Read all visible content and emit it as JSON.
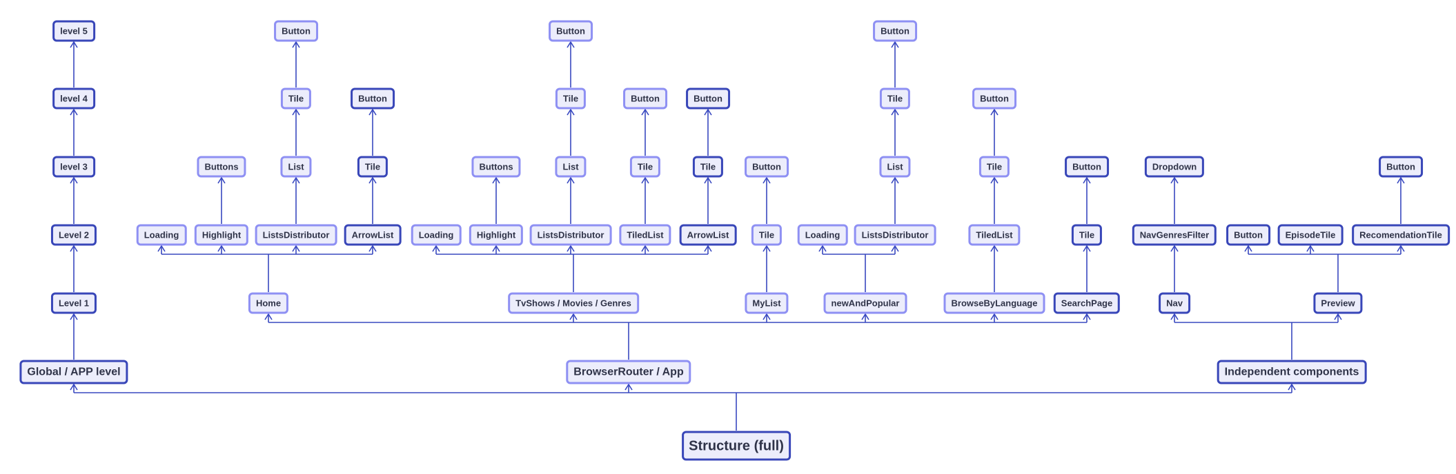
{
  "diagram": {
    "root": "Structure (full)",
    "global_app_level": {
      "label": "Global / APP level",
      "chain": [
        "Level 1",
        "Level 2",
        "level 3",
        "level 4",
        "level 5"
      ]
    },
    "browser_router": {
      "label": "BrowserRouter / App",
      "home": {
        "label": "Home",
        "children": [
          "Loading",
          "Highlight",
          "ListsDistributor",
          "ArrowList"
        ],
        "highlight_child": "Buttons",
        "lists_distributor_chain": [
          "List",
          "Tile",
          "Button"
        ],
        "arrow_list_chain": [
          "Tile",
          "Button"
        ]
      },
      "tvshows": {
        "label": "TvShows / Movies / Genres",
        "children": [
          "Loading",
          "Highlight",
          "ListsDistributor",
          "TiledList",
          "ArrowList"
        ],
        "highlight_child": "Buttons",
        "lists_distributor_chain": [
          "List",
          "Tile",
          "Button"
        ],
        "tiled_list_chain": [
          "Tile",
          "Button"
        ],
        "arrow_list_chain": [
          "Tile",
          "Button"
        ]
      },
      "mylist": {
        "label": "MyList",
        "chain": [
          "Tile",
          "Button"
        ]
      },
      "new_and_popular": {
        "label": "newAndPopular",
        "children": [
          "Loading",
          "ListsDistributor"
        ],
        "lists_distributor_chain": [
          "List",
          "Tile",
          "Button"
        ]
      },
      "browse_by_language": {
        "label": "BrowseByLanguage",
        "chain": [
          "TiledList",
          "Tile",
          "Button"
        ]
      },
      "search_page": {
        "label": "SearchPage",
        "chain": [
          "Tile",
          "Button"
        ]
      }
    },
    "independent": {
      "label": "Independent components",
      "nav": {
        "label": "Nav",
        "chain": [
          "NavGenresFilter",
          "Dropdown"
        ]
      },
      "preview": {
        "label": "Preview",
        "children": [
          "Button",
          "EpisodeTile",
          "RecomendationTile"
        ],
        "recommendation_child": "Button"
      }
    }
  },
  "colors": {
    "edge": "#3848c0",
    "node_fill": "#ecedfb",
    "border_light": "#8e90f3",
    "border_dark": "#3846b8",
    "text": "#2f3348"
  }
}
